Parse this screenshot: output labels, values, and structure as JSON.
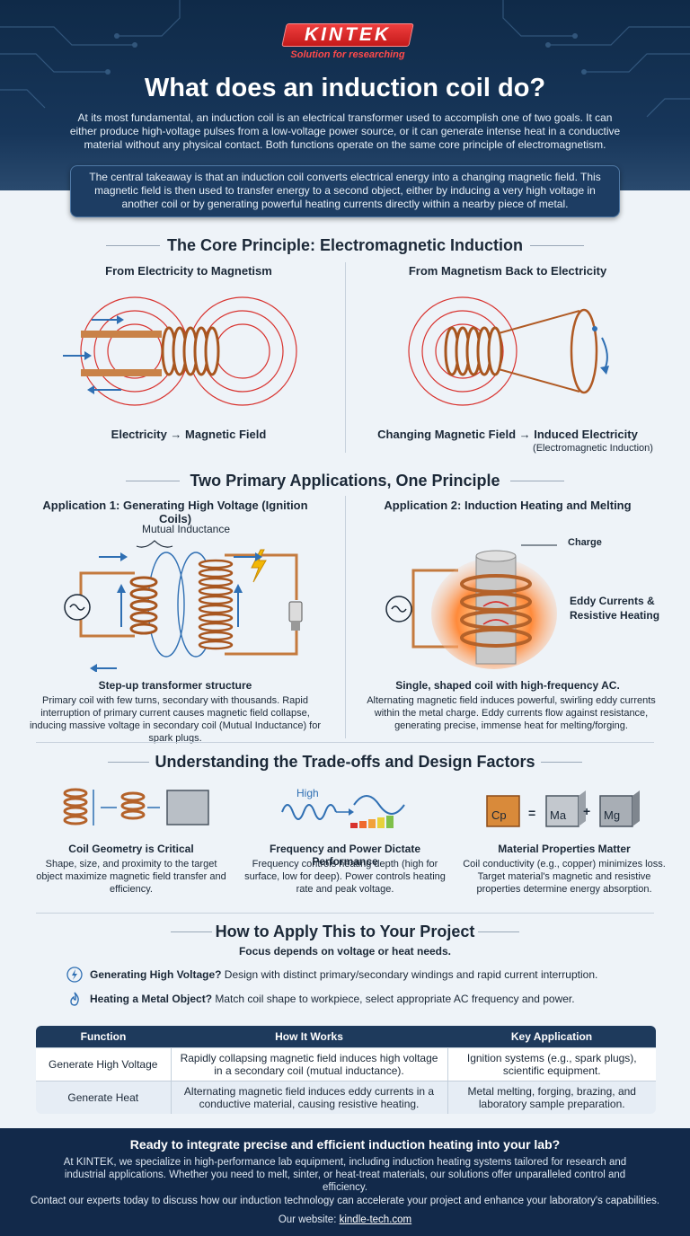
{
  "brand": {
    "logo": "KINTEK",
    "tagline": "Solution for researching"
  },
  "title": "What does an induction coil do?",
  "intro": "At its most fundamental, an induction coil is an electrical transformer used to accomplish one of two goals. It can either produce high-voltage pulses from a low-voltage power source, or it can generate intense heat in a conductive material without any physical contact. Both functions operate on the same core principle of electromagnetism.",
  "takeaway": "The central takeaway is that an induction coil converts electrical energy into a changing magnetic field. This magnetic field is then used to transfer energy to a second object, either by inducing a very high voltage in another coil or by generating powerful heating currents directly within a nearby piece of metal.",
  "core": {
    "title": "The Core Principle: Electromagnetic Induction",
    "left_heading": "From Electricity to Magnetism",
    "left_caption": "Electricity → Magnetic Field",
    "right_heading": "From Magnetism Back to Electricity",
    "right_caption": "Changing Magnetic Field → Induced Electricity",
    "right_caption_sub": "(Electromagnetic Induction)"
  },
  "apps": {
    "title": "Two Primary Applications, One Principle",
    "app1_heading": "Application 1: Generating High Voltage (Ignition Coils)",
    "app1_label": "Mutual Inductance",
    "app1_caption": "Step-up transformer structure",
    "app1_desc": "Primary coil with few turns, secondary with thousands. Rapid interruption of primary current causes magnetic field collapse, inducing massive voltage in secondary coil (Mutual Inductance) for spark plugs.",
    "app2_heading": "Application 2: Induction Heating and Melting",
    "app2_label_charge": "Charge",
    "app2_label_eddy": "Eddy Currents &",
    "app2_label_eddy2": "Resistive Heating",
    "app2_caption": "Single, shaped coil with high-frequency AC.",
    "app2_desc": "Alternating magnetic field induces powerful, swirling eddy currents within the metal charge. Eddy currents flow against resistance, generating precise, immense heat for melting/forging."
  },
  "tradeoffs": {
    "title": "Understanding the Trade-offs and Design Factors",
    "high_label": "High",
    "items": [
      {
        "title": "Coil Geometry is Critical",
        "desc": "Shape, size, and proximity to the target object maximize magnetic field transfer and efficiency."
      },
      {
        "title": "Frequency and Power Dictate Performance",
        "desc": "Frequency controls heating depth (high for surface, low for deep). Power controls heating rate and peak voltage."
      },
      {
        "title": "Material Properties Matter",
        "desc": "Coil conductivity (e.g., copper) minimizes loss. Target material's magnetic and resistive properties determine energy absorption."
      }
    ],
    "mat_cp": "Cp",
    "mat_eq": "=",
    "mat_ma": "Ma",
    "mat_plus": "+",
    "mat_mg": "Mg"
  },
  "apply": {
    "title": "How to Apply This to Your Project",
    "subtitle": "Focus depends on voltage or heat needs.",
    "line1_bold": "Generating High Voltage?",
    "line1_rest": " Design with distinct primary/secondary windings and rapid current interruption.",
    "line2_bold": "Heating a Metal Object?",
    "line2_rest": " Match coil shape to workpiece, select appropriate AC frequency and power."
  },
  "table": {
    "headers": [
      "Function",
      "How It Works",
      "Key Application"
    ],
    "rows": [
      [
        "Generate High Voltage",
        "Rapidly collapsing magnetic field induces high voltage in a secondary coil (mutual inductance).",
        "Ignition systems (e.g., spark plugs), scientific equipment."
      ],
      [
        "Generate Heat",
        "Alternating magnetic field induces eddy currents in a conductive material, causing resistive heating.",
        "Metal melting, forging, brazing, and laboratory sample preparation."
      ]
    ]
  },
  "footer": {
    "title": "Ready to integrate precise and efficient induction heating into your lab?",
    "body": "At KINTEK, we specialize in high-performance lab equipment, including induction heating systems tailored for research and industrial applications. Whether you need to melt, sinter, or heat-treat materials, our solutions offer unparalleled control and efficiency.",
    "contact": "Contact our experts today to discuss how our induction technology can accelerate your project and enhance your laboratory's capabilities.",
    "website_label": "Our website: ",
    "website": "kindle-tech.com"
  },
  "colors": {
    "navy": "#12294a",
    "copper": "#c0692e",
    "field_red": "#d8322e",
    "accent_blue": "#2f6fb3",
    "brand_red": "#d62626"
  }
}
